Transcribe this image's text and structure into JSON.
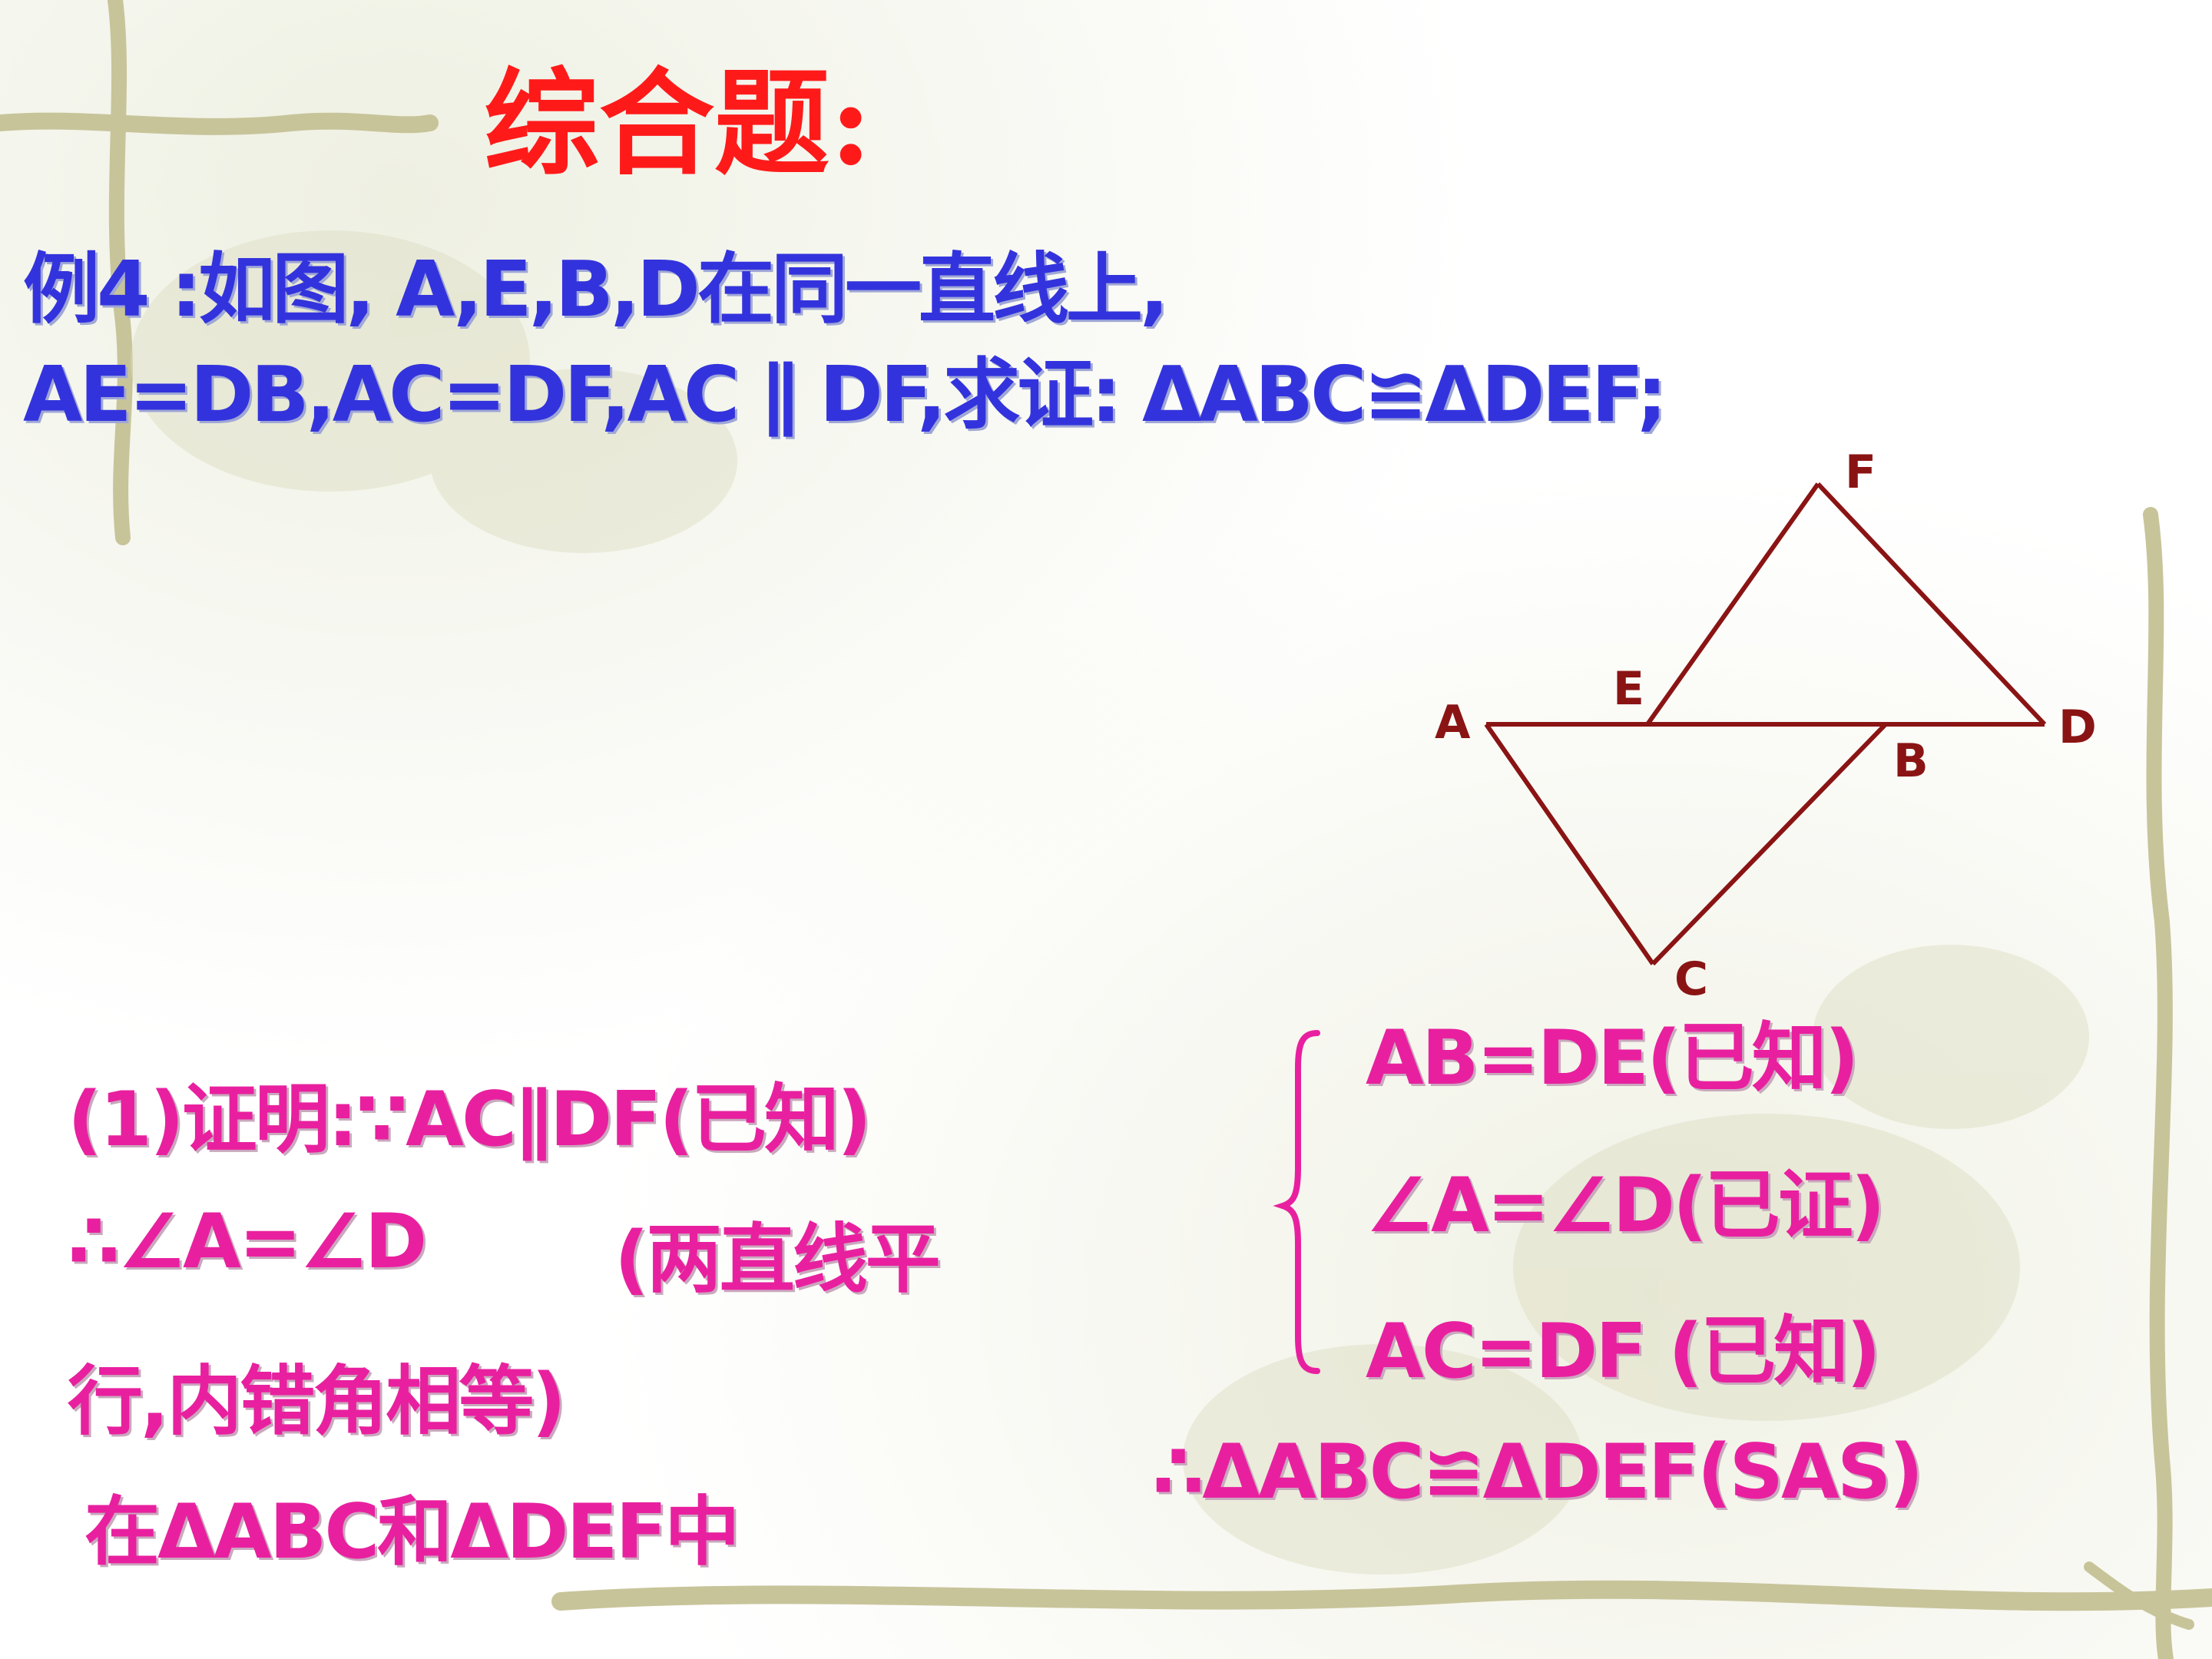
{
  "slide": {
    "title": "综合题:",
    "problem": {
      "line1": "例4 :如图, A,E,B,D在同一直线上,",
      "line2": "AE=DB,AC=DF,AC ∥ DF,求证: ΔABC≌ΔDEF;"
    },
    "proof_left": {
      "line1": "(1)证明:∵AC∥DF(已知)",
      "line2a": "∴∠A=∠D",
      "line2b": "(两直线平",
      "line3": "行,内错角相等)",
      "line4": "在ΔABC和ΔDEF中"
    },
    "proof_right": {
      "cond1": "AB=DE(已知)",
      "cond2": "∠A=∠D(已证)",
      "cond3": "AC=DF (已知)",
      "conclusion": "∴ΔABC≌ΔDEF(SAS)"
    },
    "figure": {
      "labels": {
        "A": "A",
        "B": "B",
        "C": "C",
        "D": "D",
        "E": "E",
        "F": "F"
      }
    }
  },
  "colors": {
    "title": "#ff1a1a",
    "problem_text": "#3333dd",
    "proof_text": "#e8209f",
    "figure_lines": "#8a1414",
    "brace": "#e8209f"
  }
}
